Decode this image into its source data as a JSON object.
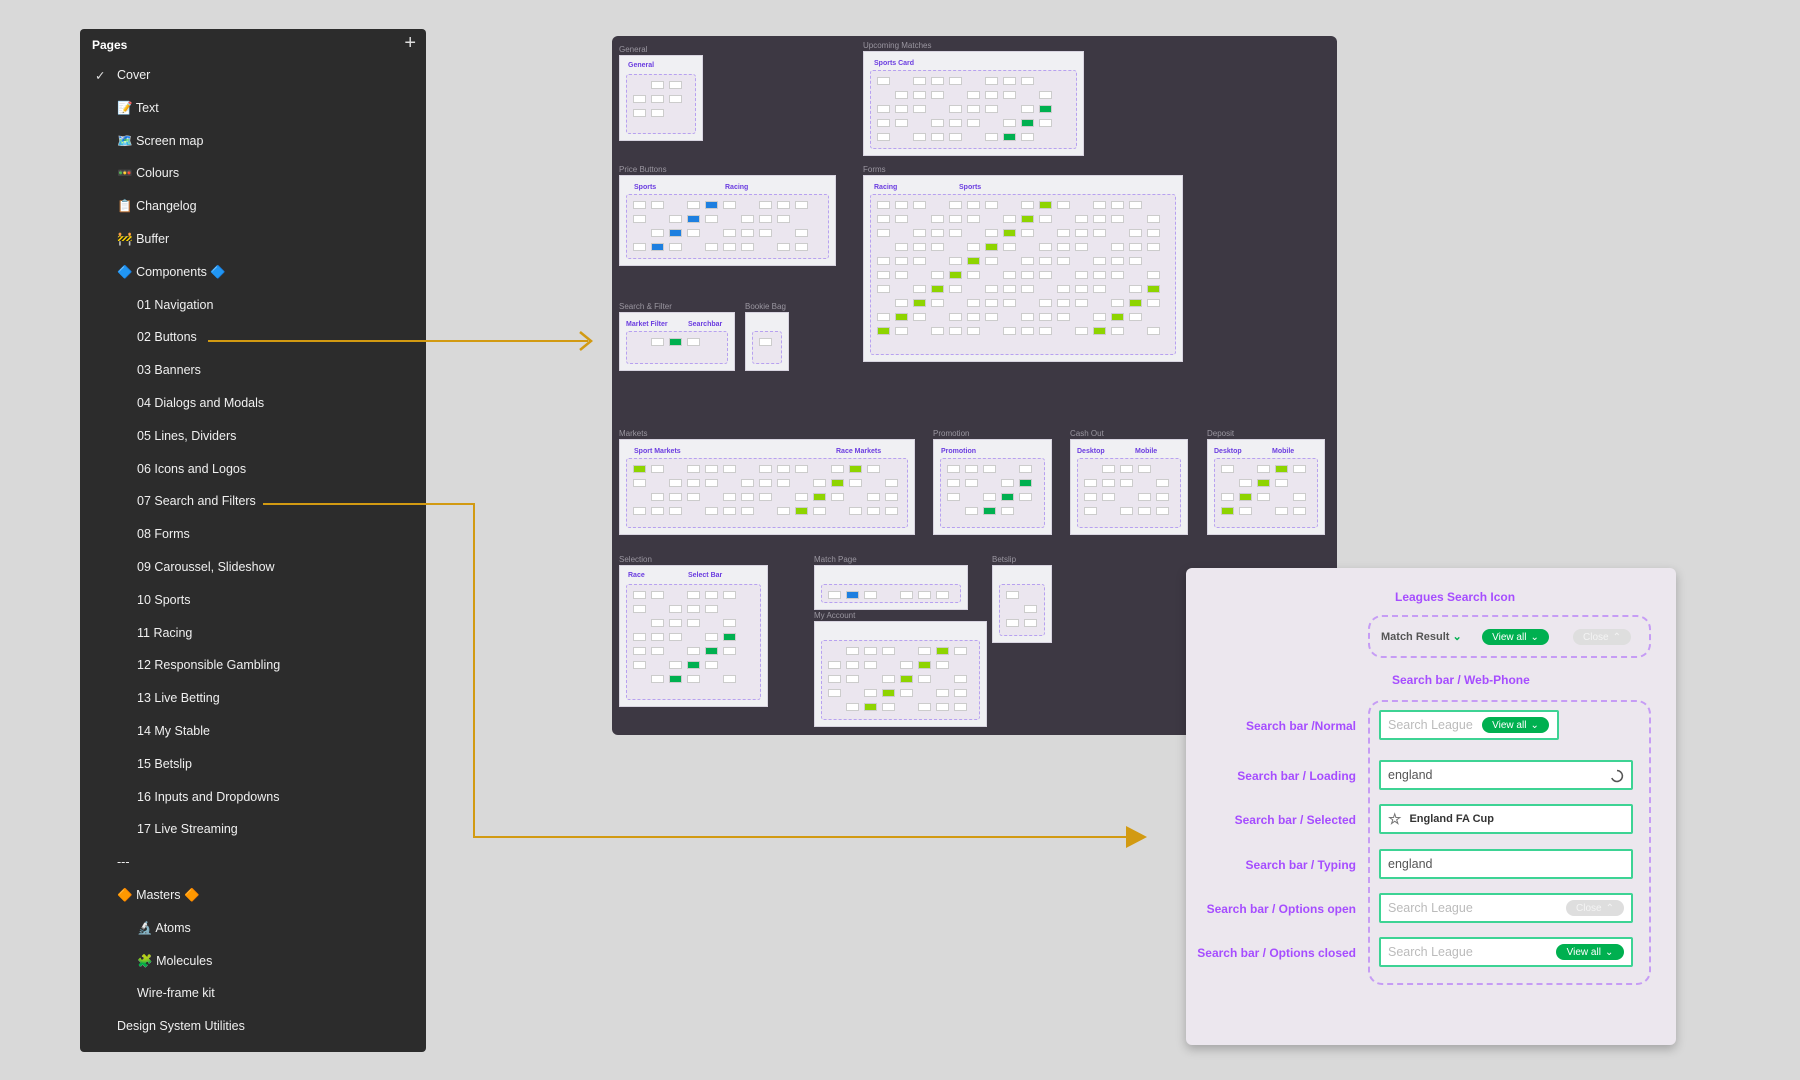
{
  "sidebar": {
    "title": "Pages",
    "add_icon": "plus-icon",
    "items": [
      {
        "label": "Cover",
        "icon": "",
        "checked": true
      },
      {
        "label": "Text",
        "icon": "📝"
      },
      {
        "label": "Screen map",
        "icon": "🗺️"
      },
      {
        "label": "Colours",
        "icon": "🚥"
      },
      {
        "label": "Changelog",
        "icon": "📋"
      },
      {
        "label": "Buffer",
        "icon": "🚧"
      },
      {
        "label": "Components",
        "icon": "🔷",
        "suffix": "🔷"
      },
      {
        "label": "01 Navigation",
        "sub": true
      },
      {
        "label": "02 Buttons",
        "sub": true
      },
      {
        "label": "03 Banners",
        "sub": true
      },
      {
        "label": "04 Dialogs and Modals",
        "sub": true
      },
      {
        "label": "05 Lines, Dividers",
        "sub": true
      },
      {
        "label": "06 Icons and Logos",
        "sub": true
      },
      {
        "label": "07 Search and Filters",
        "sub": true
      },
      {
        "label": "08 Forms",
        "sub": true
      },
      {
        "label": "09 Caroussel, Slideshow",
        "sub": true
      },
      {
        "label": "10 Sports",
        "sub": true
      },
      {
        "label": "11 Racing",
        "sub": true
      },
      {
        "label": "12 Responsible Gambling",
        "sub": true
      },
      {
        "label": "13 Live Betting",
        "sub": true
      },
      {
        "label": "14 My Stable",
        "sub": true
      },
      {
        "label": "15 Betslip",
        "sub": true
      },
      {
        "label": "16  Inputs and Dropdowns",
        "sub": true
      },
      {
        "label": "17 Live Streaming",
        "sub": true
      },
      {
        "label": "---"
      },
      {
        "label": "Masters",
        "icon": "🔶",
        "suffix": "🔶"
      },
      {
        "label": "Atoms",
        "icon": "🔬",
        "sub": true
      },
      {
        "label": "Molecules",
        "icon": "🧩",
        "sub": true
      },
      {
        "label": "Wire-frame kit",
        "sub": true
      },
      {
        "label": "Design System Utilities"
      }
    ]
  },
  "canvas": {
    "frames": [
      {
        "label": "General",
        "heads": [
          "General"
        ]
      },
      {
        "label": "Upcoming Matches",
        "heads": [
          "Sports Card"
        ]
      },
      {
        "label": "Price Buttons",
        "heads": [
          "Sports",
          "Racing"
        ]
      },
      {
        "label": "Forms",
        "heads": [
          "Racing",
          "Sports"
        ]
      },
      {
        "label": "Search & Filter",
        "heads": [
          "Market Filter",
          "Searchbar"
        ]
      },
      {
        "label": "Bookie Bag",
        "heads": []
      },
      {
        "label": "Markets",
        "heads": [
          "Sport Markets",
          "Race Markets"
        ]
      },
      {
        "label": "Promotion",
        "heads": [
          "Promotion"
        ]
      },
      {
        "label": "Cash Out",
        "heads": [
          "Desktop",
          "Mobile"
        ]
      },
      {
        "label": "Deposit",
        "heads": [
          "Desktop",
          "Mobile"
        ]
      },
      {
        "label": "Selection",
        "heads": [
          "Race",
          "Select Bar"
        ]
      },
      {
        "label": "Match Page",
        "heads": []
      },
      {
        "label": "My Account",
        "heads": []
      },
      {
        "label": "Betslip",
        "heads": []
      }
    ]
  },
  "panel": {
    "leagues_title": "Leagues Search Icon",
    "match_result": "Match Result",
    "view_all": "View all",
    "close": "Close",
    "webphone_title": "Search bar / Web-Phone",
    "rows": [
      {
        "label": "Search bar /Normal",
        "placeholder": "Search League"
      },
      {
        "label": "Search bar / Loading",
        "value": "england"
      },
      {
        "label": "Search bar / Selected",
        "value": "England FA Cup"
      },
      {
        "label": "Search bar / Typing",
        "value": "england"
      },
      {
        "label": "Search bar / Options open",
        "placeholder": "Search League"
      },
      {
        "label": "Search bar / Options closed",
        "placeholder": "Search League"
      }
    ]
  },
  "colors": {
    "accent": "#a64dff",
    "green": "#00b050",
    "arrow": "#d29a12",
    "border": "#3dd394"
  }
}
